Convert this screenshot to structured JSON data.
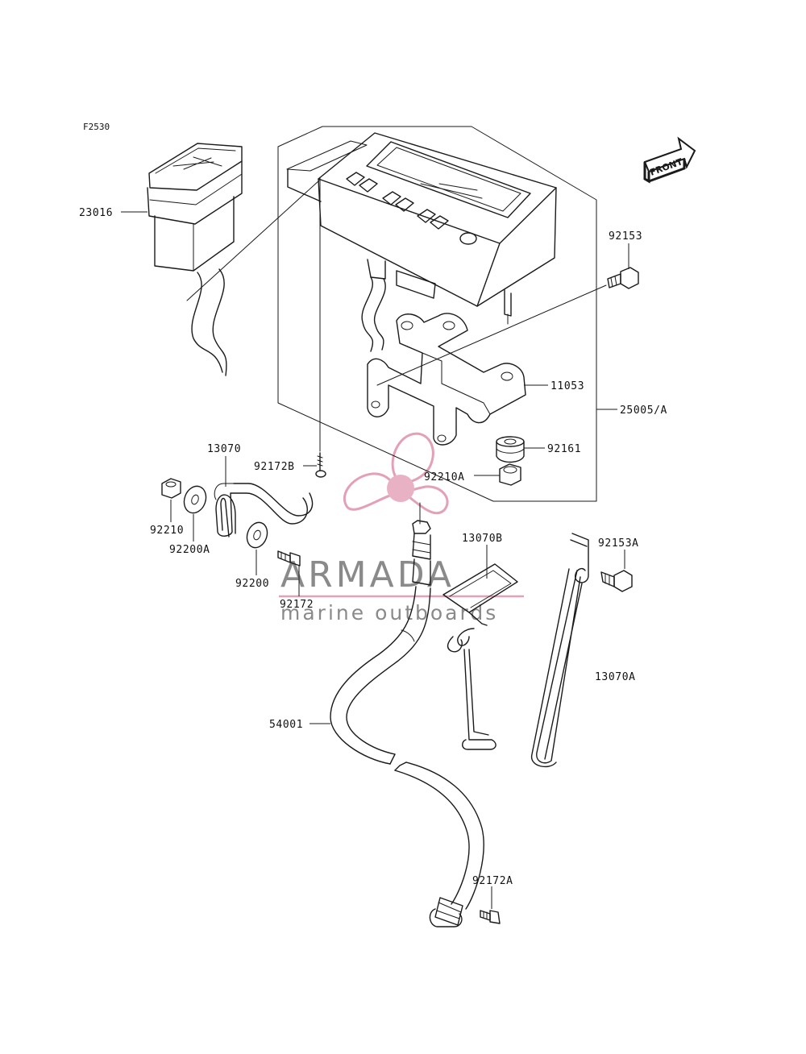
{
  "figure_code": "F2530",
  "front_arrow_label": "FRONT",
  "colors": {
    "ink": "#1a1a1a",
    "background": "#ffffff",
    "watermark_pink": "#e3a0b6",
    "watermark_pink_fill": "#e8b2c4",
    "watermark_text": "#8a8a8a"
  },
  "watermark": {
    "brand": "ARMADA",
    "tagline": "marine outboards",
    "logo_icon": "propeller-icon"
  },
  "callouts": {
    "c23016": "23016",
    "c92153": "92153",
    "c11053": "11053",
    "c25005a": "25005/A",
    "c92161": "92161",
    "c92210a": "92210A",
    "c13070": "13070",
    "c92172b": "92172B",
    "c92210": "92210",
    "c92200a": "92200A",
    "c92200": "92200",
    "c92172": "92172",
    "c13070b": "13070B",
    "c92153a": "92153A",
    "c13070a": "13070A",
    "c54001": "54001",
    "c92172a": "92172A"
  }
}
